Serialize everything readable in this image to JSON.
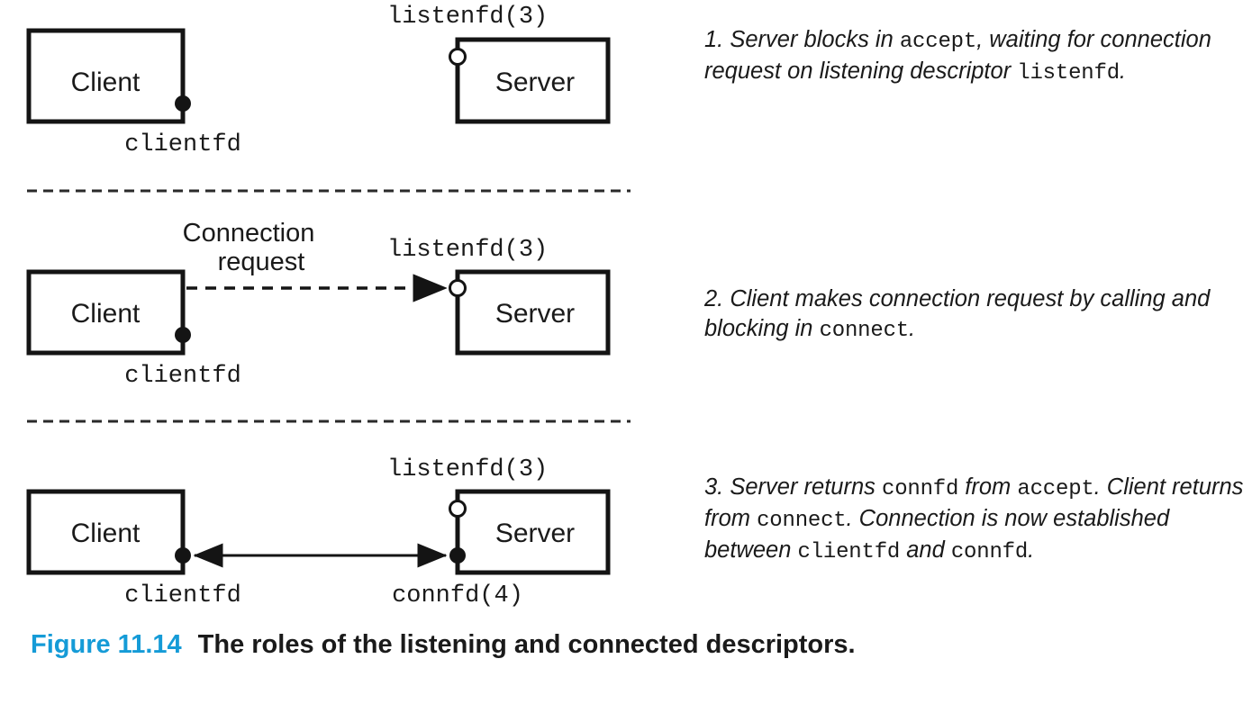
{
  "figure": {
    "number_label": "Figure 11.14",
    "caption": "The roles of the listening and connected descriptors.",
    "accent_color": "#159bd7",
    "ink_color": "#141414",
    "background_color": "#ffffff"
  },
  "panels": [
    {
      "id": "panel-1",
      "client_label": "Client",
      "server_label": "Server",
      "client_fd_label": "clientfd",
      "server_top_label": "listenfd(3)",
      "server_bottom_label": "",
      "connection_label": "",
      "client_dot": "filled",
      "server_listen_dot": "open",
      "server_conn_dot": "none",
      "arrow": "none"
    },
    {
      "id": "panel-2",
      "client_label": "Client",
      "server_label": "Server",
      "client_fd_label": "clientfd",
      "server_top_label": "listenfd(3)",
      "server_bottom_label": "",
      "connection_label_line1": "Connection",
      "connection_label_line2": "request",
      "client_dot": "filled",
      "server_listen_dot": "open",
      "server_conn_dot": "none",
      "arrow": "dashed-right"
    },
    {
      "id": "panel-3",
      "client_label": "Client",
      "server_label": "Server",
      "client_fd_label": "clientfd",
      "server_top_label": "listenfd(3)",
      "server_bottom_label": "connfd(4)",
      "connection_label": "",
      "client_dot": "filled",
      "server_listen_dot": "open",
      "server_conn_dot": "filled",
      "arrow": "solid-double"
    }
  ],
  "notes": {
    "note1": {
      "parts": [
        {
          "type": "italic",
          "text": "1. Server blocks in "
        },
        {
          "type": "code",
          "text": "accept"
        },
        {
          "type": "italic",
          "text": ", waiting for connection request on listening descriptor "
        },
        {
          "type": "code",
          "text": "listenfd"
        },
        {
          "type": "italic",
          "text": "."
        }
      ]
    },
    "note2": {
      "parts": [
        {
          "type": "italic",
          "text": "2. Client makes connection request by calling and blocking in "
        },
        {
          "type": "code",
          "text": "connect"
        },
        {
          "type": "italic",
          "text": "."
        }
      ]
    },
    "note3": {
      "parts": [
        {
          "type": "italic",
          "text": "3. Server returns "
        },
        {
          "type": "code",
          "text": "connfd"
        },
        {
          "type": "italic",
          "text": " from "
        },
        {
          "type": "code",
          "text": "accept"
        },
        {
          "type": "italic",
          "text": ". Client returns from "
        },
        {
          "type": "code",
          "text": "connect"
        },
        {
          "type": "italic",
          "text": ". Connection is now established between "
        },
        {
          "type": "code",
          "text": "clientfd"
        },
        {
          "type": "italic",
          "text": " and "
        },
        {
          "type": "code",
          "text": "connfd"
        },
        {
          "type": "italic",
          "text": "."
        }
      ]
    }
  },
  "separators": [
    {
      "name": "separator-1"
    },
    {
      "name": "separator-2"
    }
  ]
}
